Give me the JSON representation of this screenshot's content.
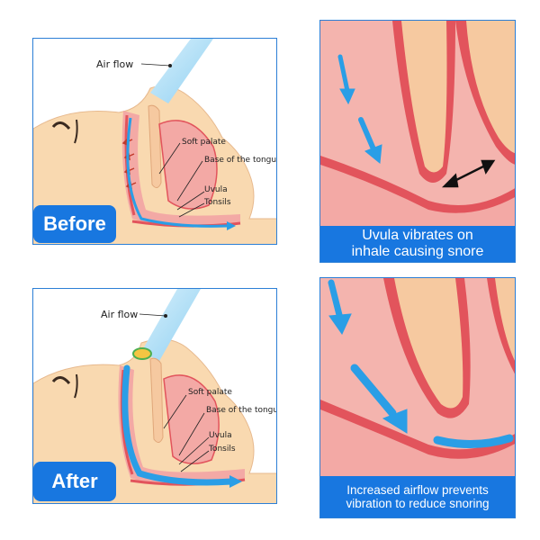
{
  "panels": {
    "before": {
      "badge": "Before",
      "labels": {
        "air_flow": "Air flow",
        "soft_palate": "Soft palate",
        "base_of_tongue": "Base of the tongue",
        "uvula": "Uvula",
        "tonsils": "Tonsils"
      }
    },
    "after": {
      "badge": "After",
      "labels": {
        "air_flow": "Air flow",
        "soft_palate": "Soft palate",
        "base_of_tongue": "Base of the tongue",
        "uvula": "Uvula",
        "tonsils": "Tonsils"
      }
    },
    "before_zoom": {
      "caption_line1": "Uvula vibrates on",
      "caption_line2": "inhale causing snore"
    },
    "after_zoom": {
      "caption_line1": "Increased airflow prevents",
      "caption_line2": "vibration to reduce snoring"
    }
  },
  "colors": {
    "accent_blue": "#1877e0",
    "panel_border": "#2c7fd6",
    "skin": "#f9d9b0",
    "tissue_pink": "#f3a9a5",
    "tissue_red": "#e2545c",
    "bone": "#f6c9a0",
    "airflow": "#2a9ee6"
  }
}
